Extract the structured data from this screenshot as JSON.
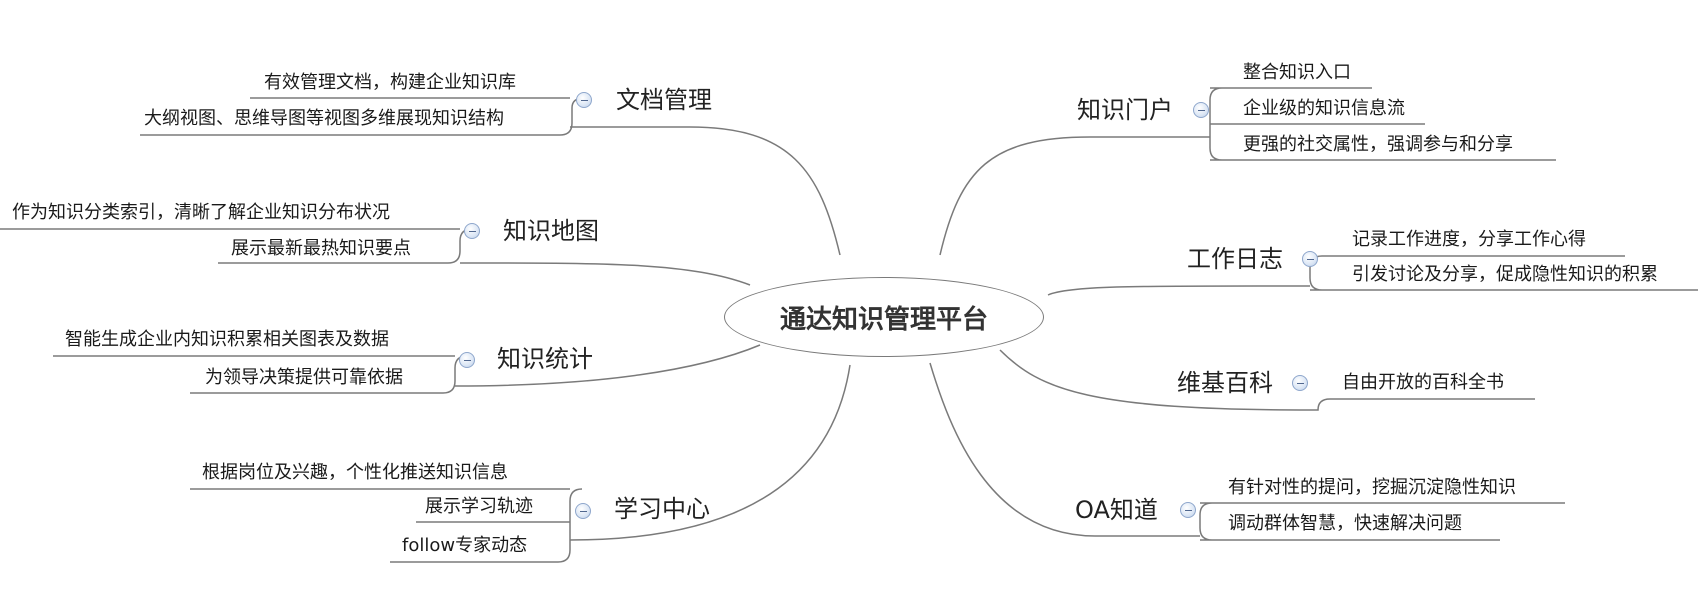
{
  "center": {
    "title": "通达知识管理平台"
  },
  "branches": {
    "docs": {
      "title": "文档管理",
      "leaves": [
        "有效管理文档，构建企业知识库",
        "大纲视图、思维导图等视图多维展现知识结构"
      ]
    },
    "map": {
      "title": "知识地图",
      "leaves": [
        "作为知识分类索引，清晰了解企业知识分布状况",
        "展示最新最热知识要点"
      ]
    },
    "stats": {
      "title": "知识统计",
      "leaves": [
        "智能生成企业内知识积累相关图表及数据",
        "为领导决策提供可靠依据"
      ]
    },
    "learning": {
      "title": "学习中心",
      "leaves": [
        "根据岗位及兴趣，个性化推送知识信息",
        "展示学习轨迹",
        "follow专家动态"
      ]
    },
    "portal": {
      "title": "知识门户",
      "leaves": [
        "整合知识入口",
        "企业级的知识信息流",
        "更强的社交属性，强调参与和分享"
      ]
    },
    "worklog": {
      "title": "工作日志",
      "leaves": [
        "记录工作进度，分享工作心得",
        "引发讨论及分享，促成隐性知识的积累"
      ]
    },
    "wiki": {
      "title": "维基百科",
      "leaves": [
        "自由开放的百科全书"
      ]
    },
    "oa": {
      "title": "OA知道",
      "leaves": [
        "有针对性的提问，挖掘沉淀隐性知识",
        "调动群体智慧，快速解决问题"
      ]
    }
  },
  "colors": {
    "line": "#7a7a7a",
    "toggle_border": "#8fa7cc",
    "toggle_fill": "#dbe6f5"
  }
}
